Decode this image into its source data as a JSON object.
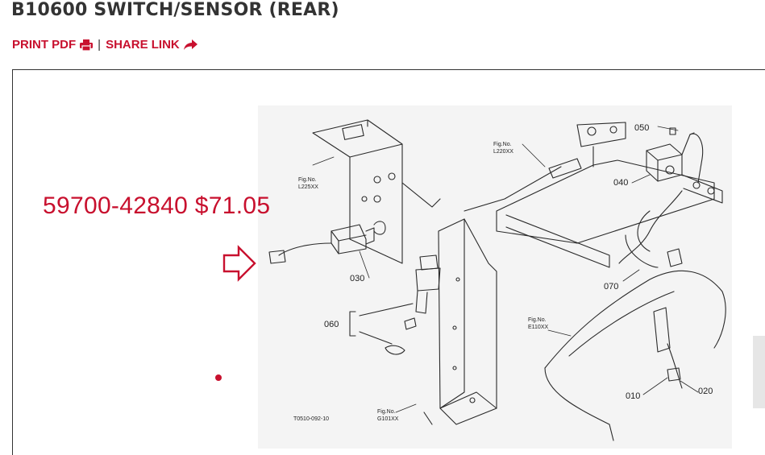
{
  "header": {
    "title": "B10600 SWITCH/SENSOR (REAR)"
  },
  "actions": {
    "print_label": "PRINT PDF",
    "separator": "|",
    "share_label": "SHARE LINK",
    "print_icon": "printer-icon",
    "share_icon": "share-arrow-icon"
  },
  "diagram": {
    "price_annotation": "59700-42840 $71.05",
    "callouts": {
      "c010": "010",
      "c020": "020",
      "c030": "030",
      "c040": "040",
      "c050": "050",
      "c060": "060",
      "c070": "070"
    },
    "fig_refs": {
      "l225": {
        "line1": "Fig.No.",
        "line2": "L225XX"
      },
      "l220": {
        "line1": "Fig.No.",
        "line2": "L220XX"
      },
      "e110": {
        "line1": "Fig.No.",
        "line2": "E110XX"
      },
      "g101": {
        "line1": "Fig.No.",
        "line2": "G101XX"
      }
    },
    "drawing_code": "T0510-092-10",
    "accent_color": "#c8102e"
  }
}
